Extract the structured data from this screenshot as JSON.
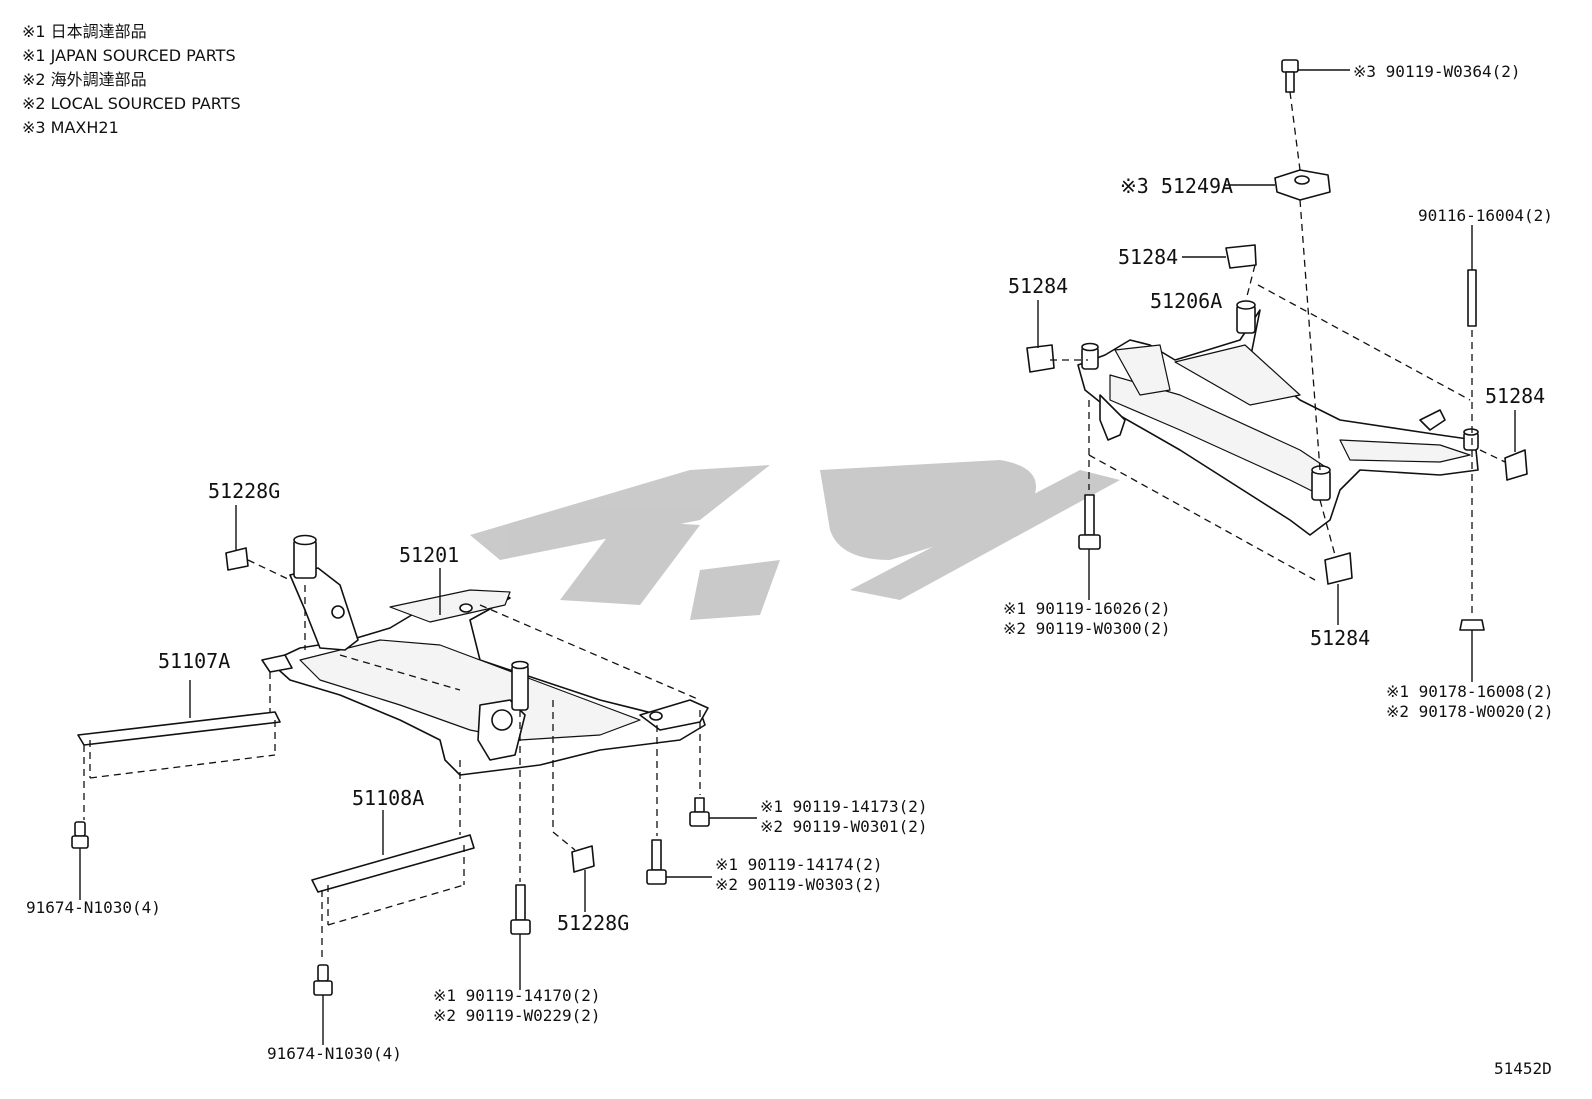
{
  "notes": [
    "※1 日本調達部品",
    "※1 JAPAN SOURCED PARTS",
    "※2 海外調達部品",
    "※2 LOCAL SOURCED PARTS",
    "※3 MAXH21"
  ],
  "labels": {
    "r_90119_w0364": "※3 90119-W0364(2)",
    "r_51249a": "※3 51249A",
    "r_90116_16004": "90116-16004(2)",
    "r_51284_top": "51284",
    "r_51284_left": "51284",
    "r_51206a": "51206A",
    "r_51284_right": "51284",
    "r_51284_bottom": "51284",
    "r_90119_16026": "※1 90119-16026(2)",
    "r_90119_w0300": "※2 90119-W0300(2)",
    "r_90178_16008": "※1 90178-16008(2)",
    "r_90178_w0020": "※2 90178-W0020(2)",
    "f_51228g_top": "51228G",
    "f_51201": "51201",
    "f_51107a": "51107A",
    "f_51108a": "51108A",
    "f_90119_14173": "※1 90119-14173(2)",
    "f_90119_w0301": "※2 90119-W0301(2)",
    "f_90119_14174": "※1 90119-14174(2)",
    "f_90119_w0303": "※2 90119-W0303(2)",
    "f_51228g_bottom": "51228G",
    "f_91674_left": "91674-N1030(4)",
    "f_91674_bottom": "91674-N1030(4)",
    "f_90119_14170": "※1 90119-14170(2)",
    "f_90119_w0229": "※2 90119-W0229(2)"
  },
  "diagram_code": "51452D",
  "watermark_color": "#c4c4c4"
}
